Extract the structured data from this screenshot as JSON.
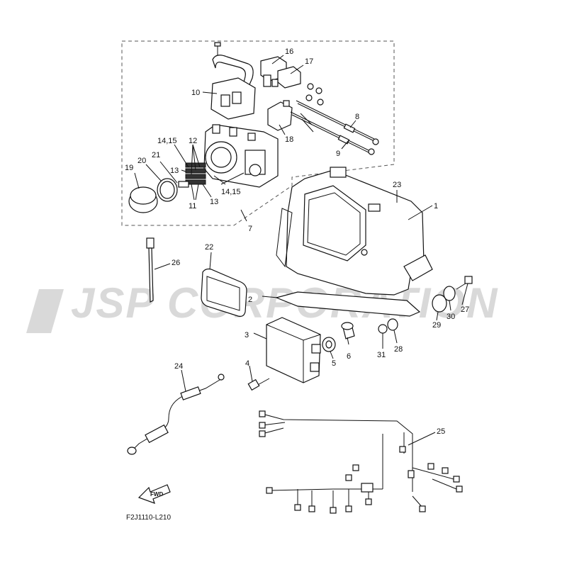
{
  "watermark": "JSP CORPORATION",
  "diagram_code": "F2J1110-L210",
  "fwd_label": "FWD",
  "callouts": {
    "c1": "1",
    "c2": "2",
    "c3": "3",
    "c4": "4",
    "c5": "5",
    "c6": "6",
    "c7": "7",
    "c8": "8",
    "c9": "9",
    "c10": "10",
    "c11": "11",
    "c12": "12",
    "c13a": "13",
    "c13b": "13",
    "c14a": "14,15",
    "c14b": "14,15",
    "c16": "16",
    "c17": "17",
    "c18": "18",
    "c19": "19",
    "c20": "20",
    "c21": "21",
    "c22": "22",
    "c23": "23",
    "c24": "24",
    "c25": "25",
    "c26": "26",
    "c27": "27",
    "c28": "28",
    "c29": "29",
    "c30": "30",
    "c31": "31"
  }
}
